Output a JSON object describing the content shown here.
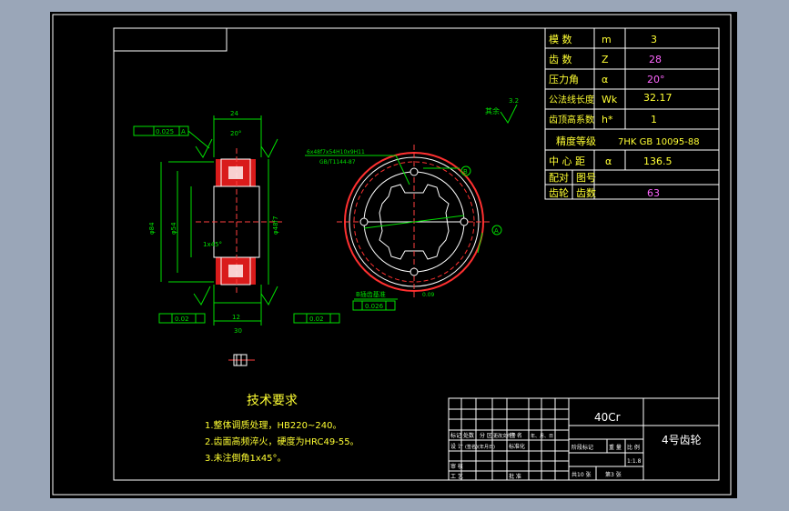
{
  "params": [
    {
      "label": "模 数",
      "symbol": "m",
      "value": "3"
    },
    {
      "label": "齿 数",
      "symbol": "Z",
      "value": "28"
    },
    {
      "label": "压力角",
      "symbol": "α",
      "value": "20°"
    },
    {
      "label": "公法线长度",
      "symbol": "Wk",
      "value": "32.17"
    },
    {
      "label": "齿顶高系数",
      "symbol": "h*",
      "value": "1"
    }
  ],
  "precision": {
    "label": "精度等级",
    "value": "7HK GB 10095-88"
  },
  "center_distance": {
    "label": "中 心 距",
    "symbol": "α",
    "value": "136.5"
  },
  "mating": {
    "label": "配对",
    "col2": "图号"
  },
  "mating_teeth": {
    "label": "齿轮",
    "col2": "齿数",
    "value": "63"
  },
  "tech": {
    "title": "技术要求",
    "items": [
      "1.整体调质处理，HB220~240。",
      "2.齿面高频淬火，硬度为HRC49-55。",
      "3.未注倒角1x45°。"
    ]
  },
  "title_block": {
    "material": "40Cr",
    "part_name": "4号齿轮",
    "scale": "1:1.8",
    "sheet_total": "共10 张",
    "sheet_no": "第3 张",
    "header_cells": [
      "标记",
      "处数",
      "分 区",
      "更改文件号",
      "签 名",
      "年、月、日"
    ],
    "designer_row": [
      "设 计",
      "(签名)",
      "(年月日)",
      "标准化"
    ],
    "stage_labels": [
      "阶段标记",
      "重 量",
      "比 例"
    ],
    "left_labels": [
      "审 核",
      "工 艺",
      "批 准"
    ]
  },
  "front_view": {
    "tol_runout": "0.025",
    "datum_a": "A",
    "spline_label": "6x48f7x54H10x9H11",
    "spline_std": "GB/T1144-87",
    "tol_bottom": "0.02",
    "side_note": "其余",
    "datum_b": "B",
    "b_label": "B插齿基准",
    "tol_right": "0.026",
    "roughness": "3.2"
  }
}
